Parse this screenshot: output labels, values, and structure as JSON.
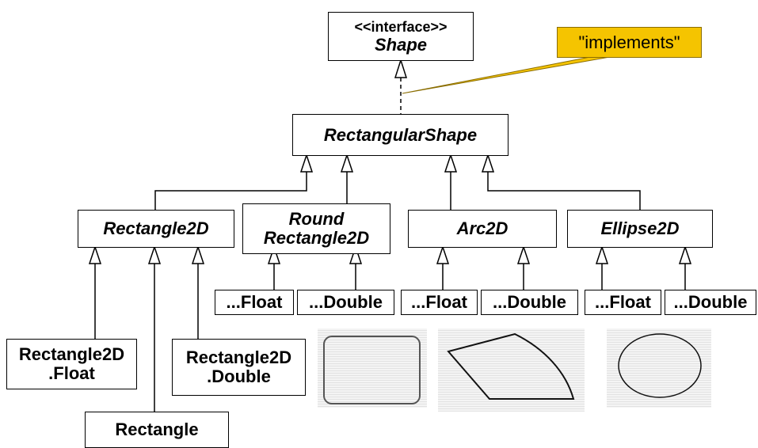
{
  "interface_box": {
    "stereotype": "<<interface>>",
    "name": "Shape"
  },
  "callout": {
    "text": "\"implements\""
  },
  "classes": {
    "rectangular_shape": "RectangularShape",
    "rectangle2d": "Rectangle2D",
    "round_rectangle2d_line1": "Round",
    "round_rectangle2d_line2": "Rectangle2D",
    "arc2d": "Arc2D",
    "ellipse2d": "Ellipse2D",
    "round_float": "...Float",
    "round_double": "...Double",
    "arc_float": "...Float",
    "arc_double": "...Double",
    "ellipse_float": "...Float",
    "ellipse_double": "...Double",
    "rect2d_float_line1": "Rectangle2D",
    "rect2d_float_line2": ".Float",
    "rect2d_double_line1": "Rectangle2D",
    "rect2d_double_line2": ".Double",
    "rectangle": "Rectangle"
  },
  "thumbnails": [
    "rounded-rectangle",
    "arc",
    "ellipse"
  ],
  "colors": {
    "callout_fill": "#f5c400",
    "line": "#000000",
    "thumb_bg": "#eeeeee"
  }
}
